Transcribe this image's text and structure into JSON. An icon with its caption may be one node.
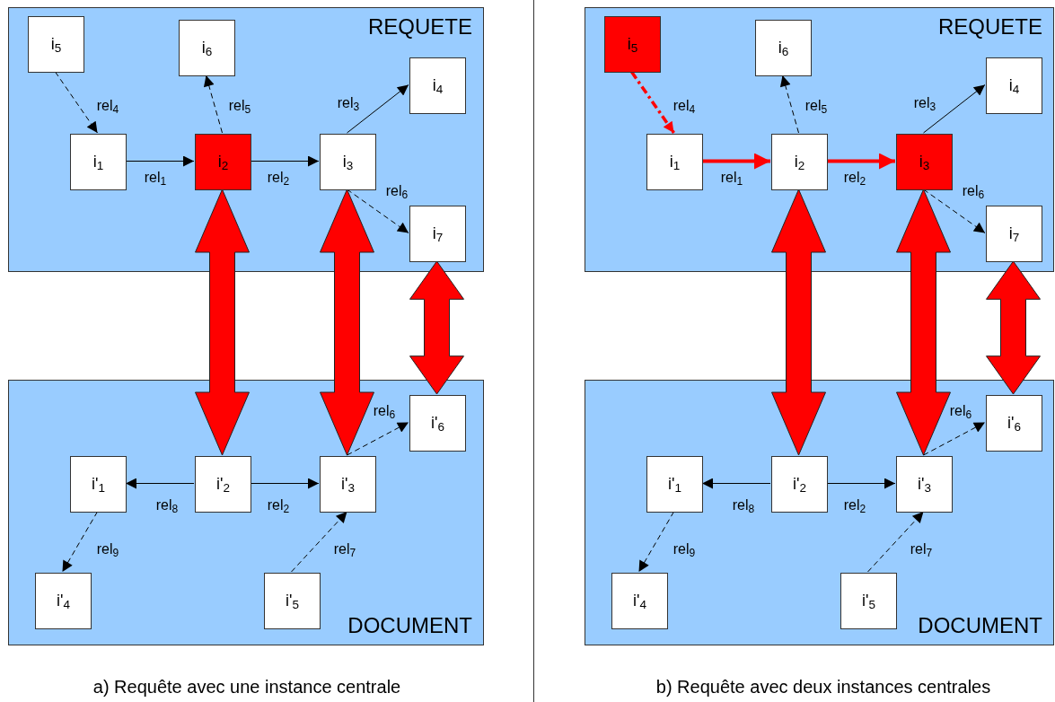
{
  "diagram": {
    "nodes": [
      {
        "text": [
          "REQUETE"
        ]
      },
      {
        "text": [
          "i$_{5}$"
        ],
        "in": 0
      },
      {
        "text": [
          "i$_{6}$"
        ],
        "in": 0
      },
      {
        "text": [
          "i$_{4}$"
        ],
        "in": 0
      },
      {
        "text": [
          "i$_{1}$"
        ],
        "in": 0
      },
      {
        "text": [
          "i$_{2}$"
        ],
        "in": 0
      },
      {
        "text": [
          "i$_{3}$"
        ],
        "in": 0
      },
      {
        "text": [
          "i$_{7}$"
        ],
        "in": 0
      },
      {
        "text": [
          "DOCUMENT"
        ]
      },
      {
        "text": [
          "i'$_{6}$"
        ],
        "in": 8
      },
      {
        "text": [
          "i'$_{1}$"
        ],
        "in": 8
      },
      {
        "text": [
          "i'$_{2}$"
        ],
        "in": 8
      },
      {
        "text": [
          "i'$_{3}$"
        ],
        "in": 8
      },
      {
        "text": [
          "i'$_{4}$"
        ],
        "in": 8
      },
      {
        "text": [
          "i'$_{5}$"
        ],
        "in": 8
      },
      {
        "text": [
          "REQUETE"
        ]
      },
      {
        "text": [
          "i$_{5}$"
        ],
        "in": 15
      },
      {
        "text": [
          "i$_{6}$"
        ],
        "in": 15
      },
      {
        "text": [
          "i$_{4}$"
        ],
        "in": 15
      },
      {
        "text": [
          "i$_{1}$"
        ],
        "in": 15
      },
      {
        "text": [
          "i$_{2}$"
        ],
        "in": 15
      },
      {
        "text": [
          "i$_{3}$"
        ],
        "in": 15
      },
      {
        "text": [
          "i$_{7}$"
        ],
        "in": 15
      },
      {
        "text": [
          "DOCUMENT"
        ]
      },
      {
        "text": [
          "i'$_{6}$"
        ],
        "in": 23
      },
      {
        "text": [
          "i'$_{1}$"
        ],
        "in": 23
      },
      {
        "text": [
          "i'$_{2}$"
        ],
        "in": 23
      },
      {
        "text": [
          "i'$_{3}$"
        ],
        "in": 23
      },
      {
        "text": [
          "i'$_{4}$"
        ],
        "in": 23
      },
      {
        "text": [
          "i'$_{5}$"
        ],
        "in": 23
      }
    ],
    "edges": [
      {
        "from": 1,
        "to": 4,
        "arrow": "to",
        "label": "rel$_{4}$",
        "style": "dashed"
      },
      {
        "from": 5,
        "to": 2,
        "arrow": "to",
        "label": "rel$_{5}$",
        "style": "dashed"
      },
      {
        "from": 4,
        "to": 5,
        "arrow": "to",
        "label": "rel$_{1}$"
      },
      {
        "from": 5,
        "to": 6,
        "arrow": "to",
        "label": "rel$_{2}$"
      },
      {
        "from": 6,
        "to": 3,
        "arrow": "to",
        "label": "rel$_{3}$"
      },
      {
        "from": 6,
        "to": 7,
        "arrow": "to",
        "label": "rel$_{6}$",
        "style": "dashed"
      },
      {
        "from": 5,
        "to": 11,
        "arrow": "both",
        "style": "thick",
        "color": "#ff0000"
      },
      {
        "from": 6,
        "to": 12,
        "arrow": "both",
        "style": "thick",
        "color": "#ff0000"
      },
      {
        "from": 7,
        "to": 9,
        "arrow": "both",
        "style": "thick",
        "color": "#ff0000"
      },
      {
        "from": 12,
        "to": 9,
        "arrow": "to",
        "label": "rel$_{6}$",
        "style": "dashed"
      },
      {
        "from": 11,
        "to": 10,
        "arrow": "to",
        "label": "rel$_{8}$"
      },
      {
        "from": 11,
        "to": 12,
        "arrow": "to",
        "label": "rel$_{2}$"
      },
      {
        "from": 10,
        "to": 13,
        "arrow": "to",
        "label": "rel$_{9}$",
        "style": "dashed"
      },
      {
        "from": 14,
        "to": 12,
        "arrow": "to",
        "label": "rel$_{7}$",
        "style": "dashed"
      },
      {
        "from": 16,
        "to": 19,
        "arrow": "to",
        "label": "rel$_{4}$",
        "style": "dashed",
        "color": "#ff0000"
      },
      {
        "from": 20,
        "to": 17,
        "arrow": "to",
        "label": "rel$_{5}$",
        "style": "dashed"
      },
      {
        "from": 19,
        "to": 20,
        "arrow": "to",
        "label": "rel$_{1}$",
        "style": "thick",
        "color": "#ff0000"
      },
      {
        "from": 20,
        "to": 21,
        "arrow": "to",
        "label": "rel$_{2}$",
        "style": "thick",
        "color": "#ff0000"
      },
      {
        "from": 21,
        "to": 18,
        "arrow": "to",
        "label": "rel$_{3}$"
      },
      {
        "from": 21,
        "to": 22,
        "arrow": "to",
        "label": "rel$_{6}$",
        "style": "dashed"
      },
      {
        "from": 20,
        "to": 26,
        "arrow": "both",
        "style": "thick",
        "color": "#ff0000"
      },
      {
        "from": 21,
        "to": 27,
        "arrow": "both",
        "style": "thick",
        "color": "#ff0000"
      },
      {
        "from": 22,
        "to": 24,
        "arrow": "both",
        "style": "thick",
        "color": "#ff0000"
      },
      {
        "from": 27,
        "to": 24,
        "arrow": "to",
        "label": "rel$_{6}$",
        "style": "dashed"
      },
      {
        "from": 26,
        "to": 25,
        "arrow": "to",
        "label": "rel$_{8}$"
      },
      {
        "from": 26,
        "to": 27,
        "arrow": "to",
        "label": "rel$_{2}$"
      },
      {
        "from": 25,
        "to": 28,
        "arrow": "to",
        "label": "rel$_{9}$",
        "style": "dashed"
      },
      {
        "from": 29,
        "to": 27,
        "arrow": "to",
        "label": "rel$_{7}$",
        "style": "dashed"
      }
    ],
    "labels": [
      "a) Requête avec une instance centrale",
      "b) Requête avec deux instances centrales"
    ]
  }
}
